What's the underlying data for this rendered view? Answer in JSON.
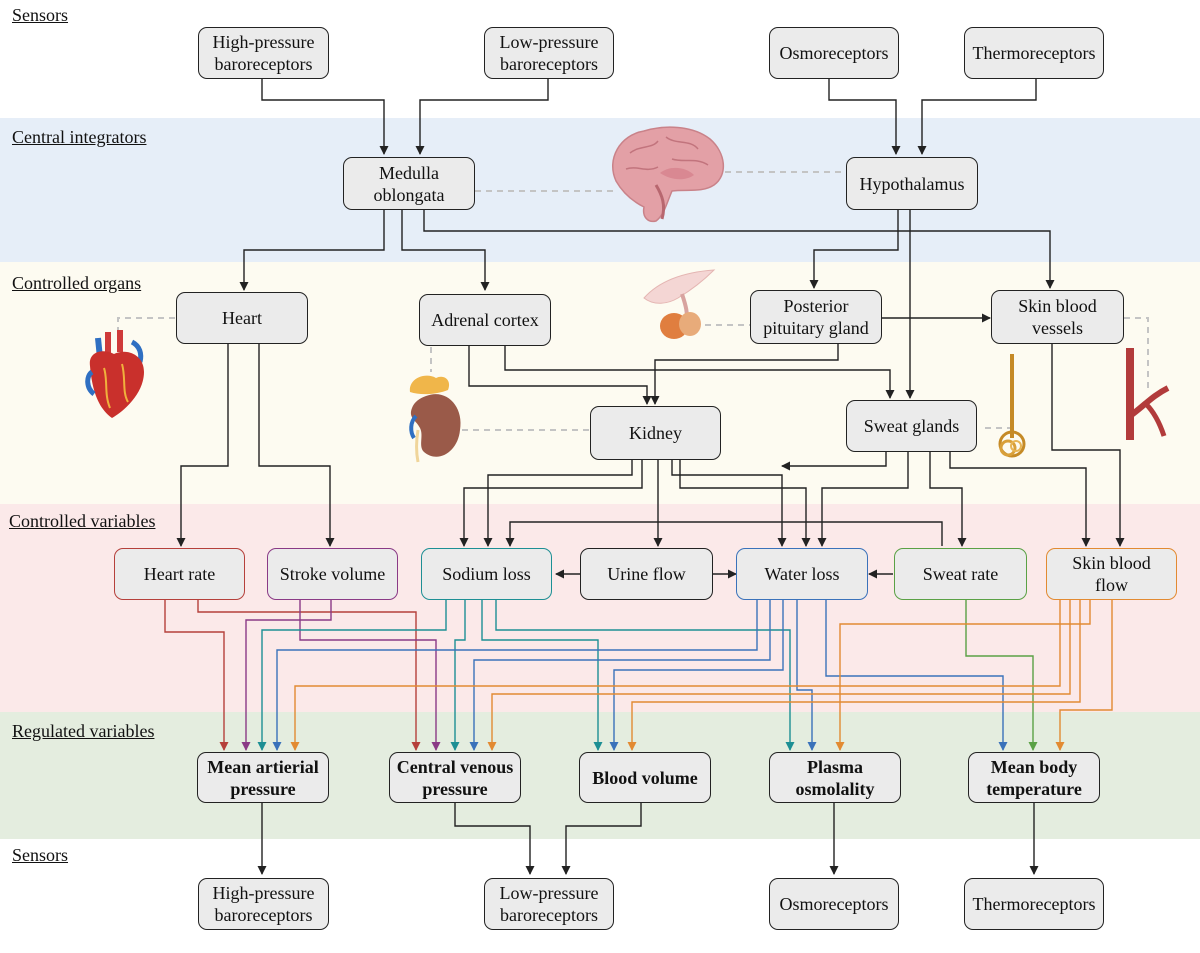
{
  "sections": {
    "sensors_top": "Sensors",
    "central_integrators": "Central integrators",
    "controlled_organs": "Controlled organs",
    "controlled_variables": "Controlled variables",
    "regulated_variables": "Regulated variables",
    "sensors_bottom": "Sensors"
  },
  "nodes": {
    "hp_baro_top": "High-pressure\nbaroreceptors",
    "lp_baro_top": "Low-pressure\nbaroreceptors",
    "osmo_top": "Osmoreceptors",
    "thermo_top": "Thermoreceptors",
    "medulla": "Medulla\noblongata",
    "hypothalamus": "Hypothalamus",
    "heart": "Heart",
    "adrenal": "Adrenal cortex",
    "pituitary": "Posterior\npituitary gland",
    "skin_vessels": "Skin blood\nvessels",
    "kidney": "Kidney",
    "sweat_glands": "Sweat glands",
    "heart_rate": "Heart rate",
    "stroke_volume": "Stroke volume",
    "sodium_loss": "Sodium loss",
    "urine_flow": "Urine flow",
    "water_loss": "Water loss",
    "sweat_rate": "Sweat rate",
    "skin_flow": "Skin blood\nflow",
    "map": "Mean artierial\npressure",
    "cvp": "Central venous\npressure",
    "blood_volume": "Blood volume",
    "plasma_osm": "Plasma\nosmolality",
    "body_temp": "Mean body\ntemperature",
    "hp_baro_bottom": "High-pressure\nbaroreceptors",
    "lp_baro_bottom": "Low-pressure\nbaroreceptors",
    "osmo_bottom": "Osmoreceptors",
    "thermo_bottom": "Thermoreceptors"
  },
  "illustrations": [
    "brain-icon",
    "pituitary-icon",
    "heart-organ-icon",
    "kidney-icon",
    "sweat-gland-icon",
    "blood-vessel-icon"
  ],
  "colors": {
    "heart_rate": "#b5403b",
    "stroke_volume": "#8a3a86",
    "sodium_loss": "#1d8f94",
    "water_loss": "#3a72ba",
    "sweat_rate": "#5aa145",
    "skin_flow": "#e28a32",
    "neutral": "#222222"
  }
}
